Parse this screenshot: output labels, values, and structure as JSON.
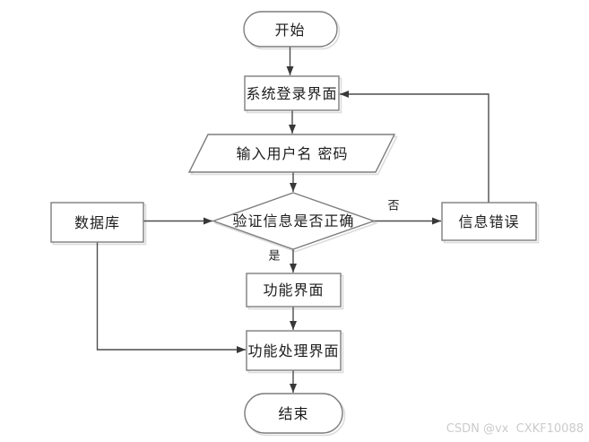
{
  "diagram": {
    "type": "flowchart",
    "nodes": [
      {
        "id": "start",
        "shape": "terminator",
        "label": "开始"
      },
      {
        "id": "login",
        "shape": "process",
        "label": "系统登录界面"
      },
      {
        "id": "input",
        "shape": "input-output",
        "label": "输入用户名 密码"
      },
      {
        "id": "verify",
        "shape": "decision",
        "label": "验证信息是否正确"
      },
      {
        "id": "database",
        "shape": "process",
        "label": "数据库"
      },
      {
        "id": "error",
        "shape": "process",
        "label": "信息错误"
      },
      {
        "id": "func",
        "shape": "process",
        "label": "功能界面"
      },
      {
        "id": "funcproc",
        "shape": "process",
        "label": "功能处理界面"
      },
      {
        "id": "end",
        "shape": "terminator",
        "label": "结束"
      }
    ],
    "edges": [
      {
        "from": "start",
        "to": "login",
        "label": ""
      },
      {
        "from": "login",
        "to": "input",
        "label": ""
      },
      {
        "from": "input",
        "to": "verify",
        "label": ""
      },
      {
        "from": "verify",
        "to": "func",
        "label": "是"
      },
      {
        "from": "verify",
        "to": "error",
        "label": "否"
      },
      {
        "from": "error",
        "to": "login",
        "label": ""
      },
      {
        "from": "database",
        "to": "verify",
        "label": ""
      },
      {
        "from": "database",
        "to": "funcproc",
        "label": ""
      },
      {
        "from": "func",
        "to": "funcproc",
        "label": ""
      },
      {
        "from": "funcproc",
        "to": "end",
        "label": ""
      }
    ]
  },
  "watermark": {
    "text": "CSDN @vx  CXKF10088"
  },
  "colors": {
    "background": "#ffffff",
    "shape_fill": "#ffffff",
    "shape_border": "#7d7d7d",
    "shape_shadow": "#dcdcdc",
    "connector": "#4d4d4d",
    "arrowhead": "#383838",
    "text": "#1c1c1c",
    "watermark_text": "#cbcbcb"
  }
}
